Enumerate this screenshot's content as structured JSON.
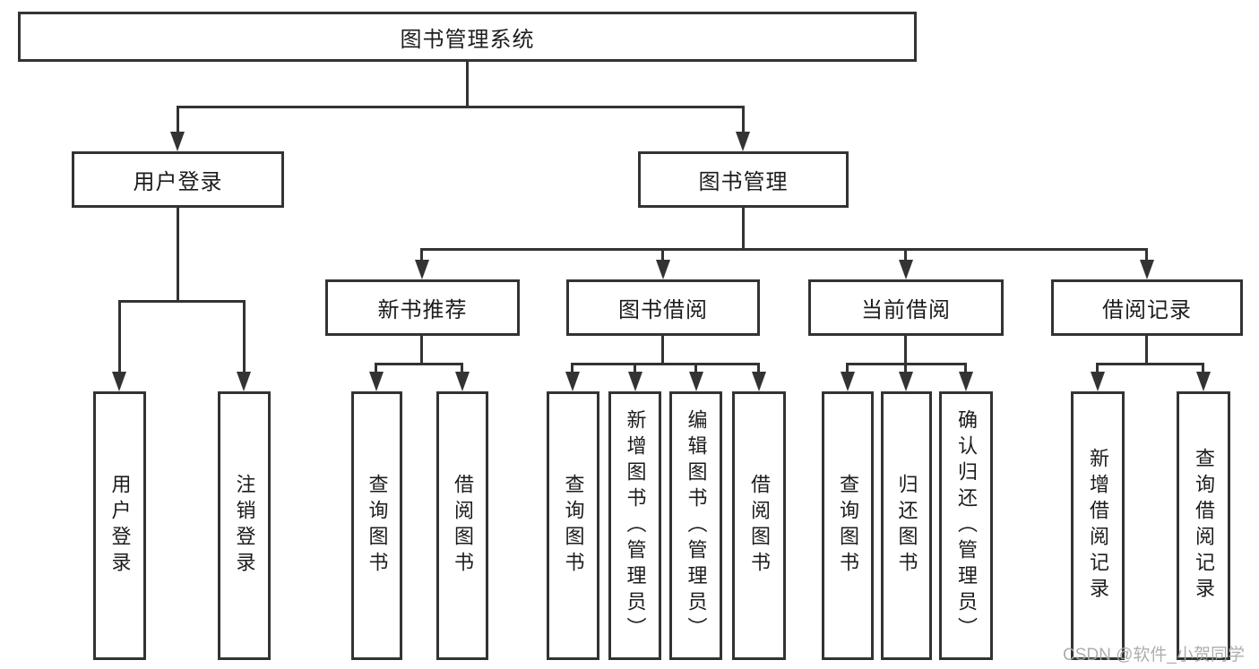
{
  "title": "图书管理系统",
  "level2": {
    "user_login": "用户登录",
    "book_management": "图书管理"
  },
  "level3": {
    "new_book": "新书推荐",
    "book_borrow": "图书借阅",
    "current_borrow": "当前借阅",
    "borrow_records": "借阅记录"
  },
  "leaves": {
    "user": [
      "用户登录",
      "注销登录"
    ],
    "new_book": [
      "查询图书",
      "借阅图书"
    ],
    "book_borrow": [
      "查询图书",
      "新增图书（管理员）",
      "编辑图书（管理员）",
      "借阅图书"
    ],
    "current_borrow": [
      "查询图书",
      "归还图书",
      "确认归还（管理员）"
    ],
    "borrow_records": [
      "新增借阅记录",
      "查询借阅记录"
    ]
  },
  "watermark": "CSDN @软件_小贺同学",
  "colors": {
    "line": "#333333",
    "text": "#1c1c1c",
    "watermark": "#a8a8a8",
    "background": "#ffffff"
  }
}
